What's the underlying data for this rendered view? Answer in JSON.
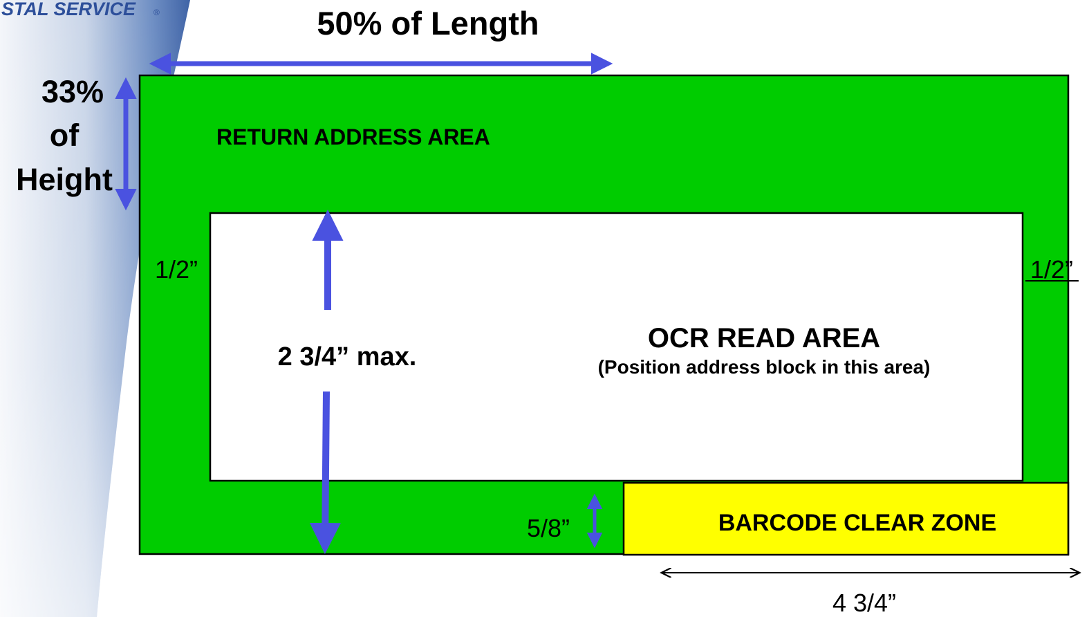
{
  "brand": {
    "text": "STAL SERVICE",
    "mark": "®"
  },
  "colors": {
    "green": "#00CC00",
    "white": "#FFFFFF",
    "yellow": "#FFFF00",
    "arrow_blue": "#4A52E0",
    "black": "#000000",
    "banner_blue": "#6E8FC4"
  },
  "labels": {
    "length_pct": "50% of Length",
    "height_pct_1": "33%",
    "height_pct_2": "of",
    "height_pct_3": "Height",
    "return_area": "RETURN ADDRESS AREA",
    "ocr_title": "OCR READ AREA",
    "ocr_subtitle": "(Position address block in this area)",
    "max_height": "2 3/4” max.",
    "left_margin": "1/2”",
    "right_margin": "1/2”",
    "bottom_clear": "5/8”",
    "barcode_zone": "BARCODE CLEAR ZONE",
    "barcode_width": "4 3/4”"
  }
}
